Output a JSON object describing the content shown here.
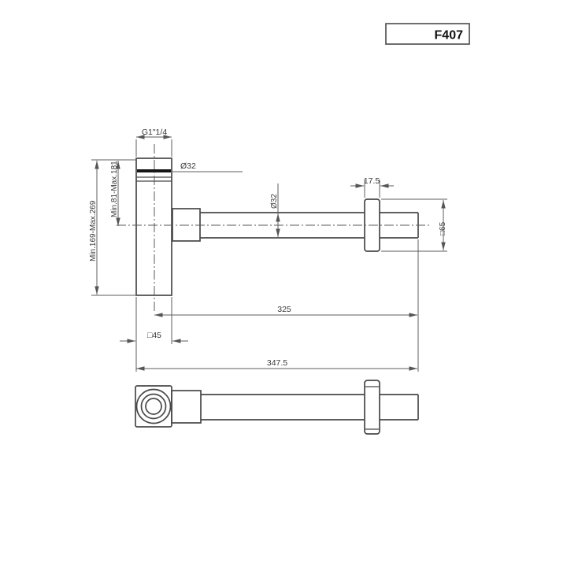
{
  "product_code": "F407",
  "labels": {
    "thread": "G1\"1/4",
    "top_diameter": "Ø32",
    "pipe_diameter": "Ø32",
    "outer_height": "Min.169-Max.269",
    "inner_height": "Min.81-Max.181",
    "flange_thickness": "17.5",
    "flange_size": "□65",
    "pipe_length": "325",
    "body_size": "□45",
    "total_length": "347.5"
  }
}
